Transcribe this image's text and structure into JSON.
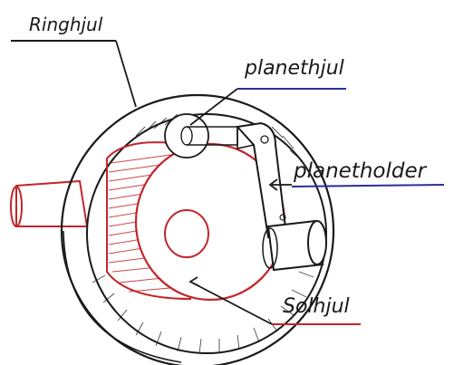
{
  "labels": {
    "ring_gear": "Ringhjul",
    "planet_gear": "planethjul",
    "planet_carrier": "planetholder",
    "sun_gear": "Solhjul"
  },
  "colors": {
    "ink": "#1a1a1a",
    "ring_label_underline": "#1a1a1a",
    "planet_label_underline": "#2b2f9a",
    "carrier_label_underline": "#2b2f9a",
    "sun_label_underline": "#c2262b",
    "sun_gear": "#c2262b",
    "planet_gear": "#2b2f9a"
  }
}
